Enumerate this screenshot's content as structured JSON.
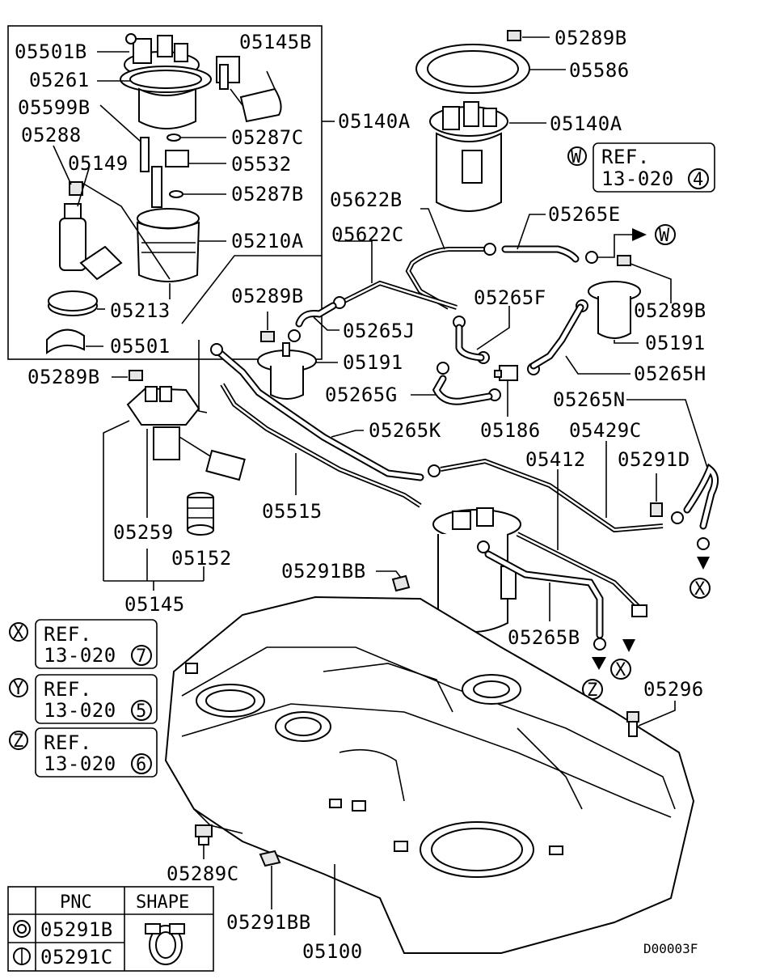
{
  "labels": {
    "p05501B": "05501B",
    "p05261": "05261",
    "p05599B": "05599B",
    "p05288": "05288",
    "p05149": "05149",
    "p05145B": "05145B",
    "p05287C": "05287C",
    "p05532": "05532",
    "p05287B": "05287B",
    "p05210A": "05210A",
    "p05213": "05213",
    "p05501": "05501",
    "p05140A_left": "05140A",
    "p05289B_top": "05289B",
    "p05586": "05586",
    "p05140A_right": "05140A",
    "p05622B": "05622B",
    "p05622C": "05622C",
    "p05265E": "05265E",
    "p05289B_mid": "05289B",
    "p05265F": "05265F",
    "p05289B_right": "05289B",
    "p05265J": "05265J",
    "p05191_mid": "05191",
    "p05191_right": "05191",
    "p05265H": "05265H",
    "p05289B_left": "05289B",
    "p05265G": "05265G",
    "p05186": "05186",
    "p05265N": "05265N",
    "p05265K": "05265K",
    "p05429C": "05429C",
    "p05412": "05412",
    "p05291D": "05291D",
    "p05515": "05515",
    "p05259": "05259",
    "p05152": "05152",
    "p05145": "05145",
    "p05291BB_top": "05291BB",
    "p05265B": "05265B",
    "p05296": "05296",
    "p05289C": "05289C",
    "p05291BB_bottom": "05291BB",
    "p05100": "05100"
  },
  "refs": {
    "W": {
      "letter": "W",
      "line1": "REF.",
      "line2": "13-020",
      "num": "4"
    },
    "X": {
      "letter": "X",
      "line1": "REF.",
      "line2": "13-020",
      "num": "7"
    },
    "Y": {
      "letter": "Y",
      "line1": "REF.",
      "line2": "13-020",
      "num": "5"
    },
    "Z": {
      "letter": "Z",
      "line1": "REF.",
      "line2": "13-020",
      "num": "6"
    }
  },
  "connectors": {
    "w_right": "W",
    "x_right": "X",
    "x_mid": "X",
    "z_mid": "Z"
  },
  "legend": {
    "header_pnc": "PNC",
    "header_shape": "SHAPE",
    "row1_pnc": "05291B",
    "row2_pnc": "05291C"
  },
  "drawing_code": "D00003F"
}
